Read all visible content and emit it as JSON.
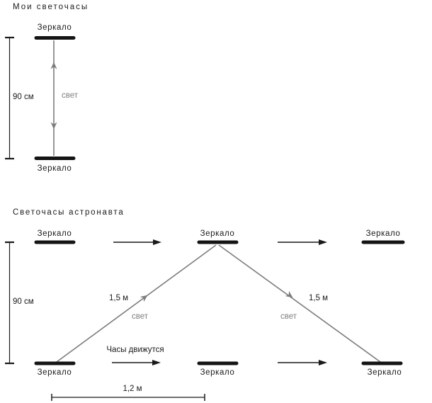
{
  "colors": {
    "ink": "#1a1a1a",
    "light_ray": "#7d7d7d"
  },
  "my_clock": {
    "title": "Мои светочасы",
    "top_mirror_label": "Зеркало",
    "bottom_mirror_label": "Зеркало",
    "height_label": "90 см",
    "light_label": "свет"
  },
  "astronaut_clock": {
    "title": "Светочасы астронавта",
    "top_mirror_labels": [
      "Зеркало",
      "Зеркало",
      "Зеркало"
    ],
    "bottom_mirror_labels": [
      "Зеркало",
      "Зеркало",
      "Зеркало"
    ],
    "height_label": "90 см",
    "path_left_label": "1,5 м",
    "path_right_label": "1,5 м",
    "light_label_left": "свет",
    "light_label_right": "свет",
    "motion_label": "Часы движутся",
    "base_distance_label": "1,2 м"
  }
}
